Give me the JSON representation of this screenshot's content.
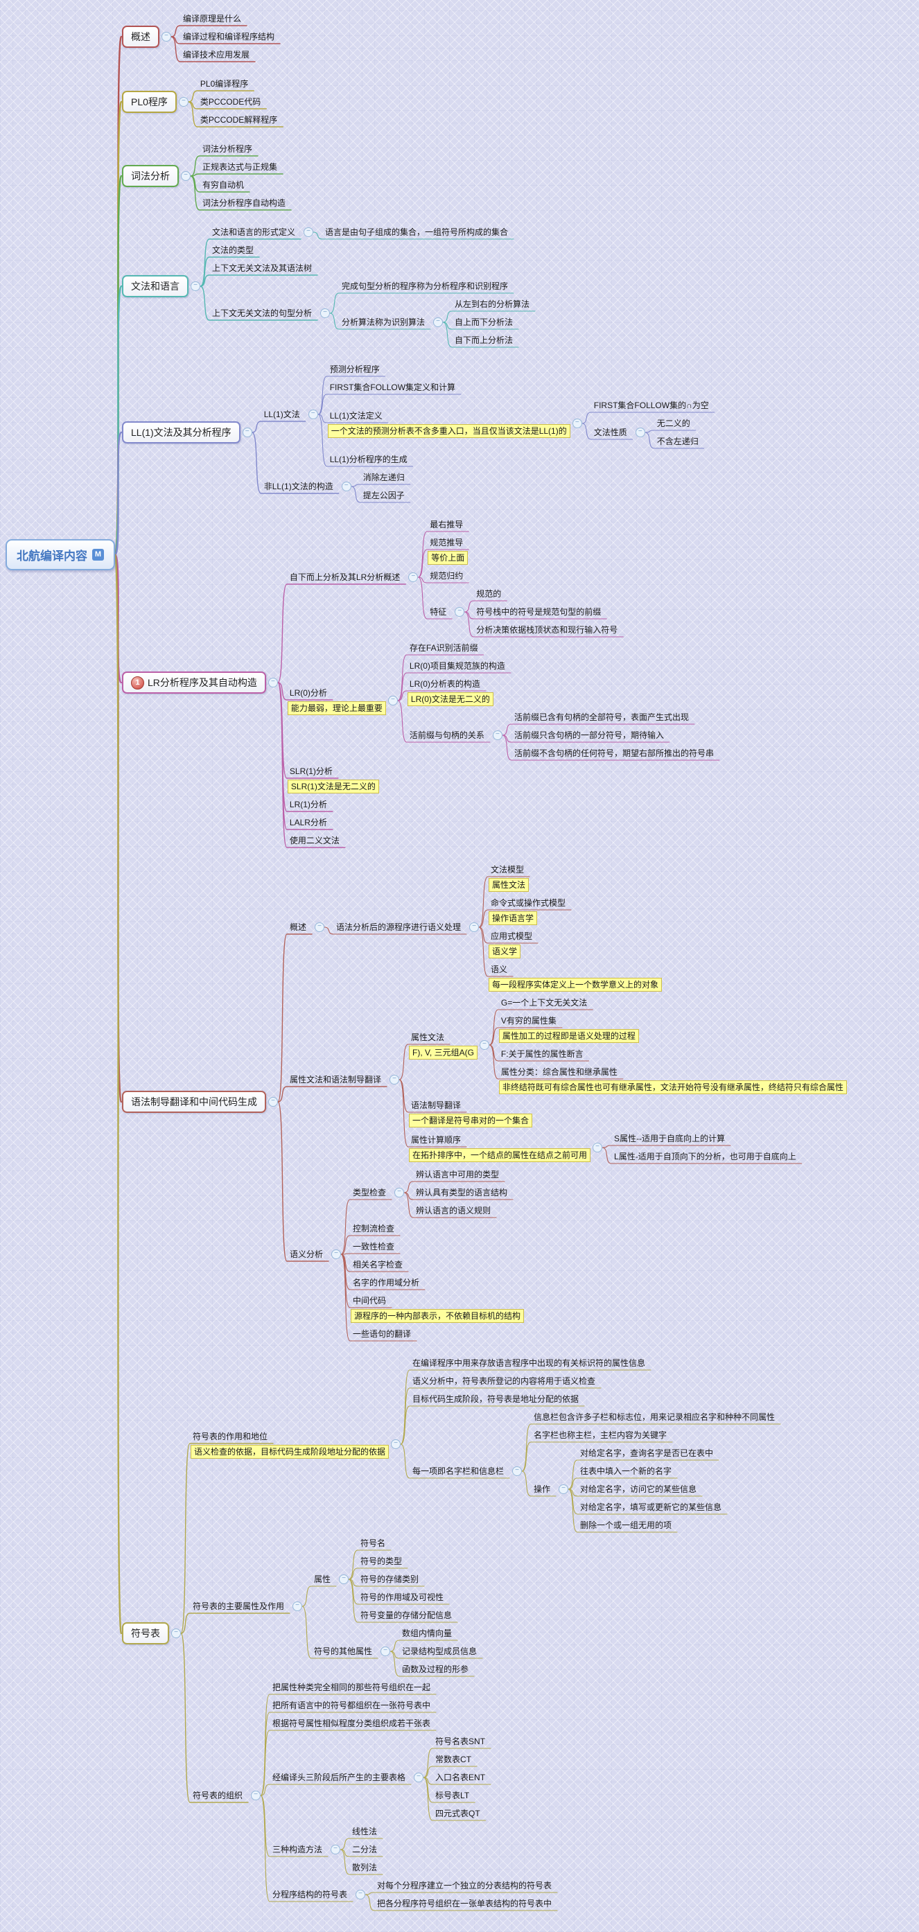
{
  "root": {
    "label": "北航编译内容",
    "badge": "M"
  },
  "colors": {
    "overview": "#b25454",
    "pl0": "#b5a742",
    "lexical": "#62aa50",
    "grammar": "#55b8b2",
    "ll1": "#8289cc",
    "lr": "#bb60a8",
    "sdt": "#b2625a",
    "symtab": "#b2a94e",
    "root_border": "#84abdd",
    "root_text": "#4477c1",
    "note_bg": "#feff9d"
  },
  "branches": [
    {
      "label": "概述",
      "color": "#b25454",
      "children": [
        {
          "label": "编译原理是什么"
        },
        {
          "label": "编译过程和编译程序结构"
        },
        {
          "label": "编译技术应用发展"
        }
      ]
    },
    {
      "label": "PL0程序",
      "color": "#b5a742",
      "children": [
        {
          "label": "PL0编译程序"
        },
        {
          "label": "类PCCODE代码"
        },
        {
          "label": "类PCCODE解释程序"
        }
      ]
    },
    {
      "label": "词法分析",
      "color": "#62aa50",
      "children": [
        {
          "label": "词法分析程序"
        },
        {
          "label": "正规表达式与正规集"
        },
        {
          "label": "有穷自动机"
        },
        {
          "label": "词法分析程序自动构造"
        }
      ]
    },
    {
      "label": "文法和语言",
      "color": "#55b8b2",
      "children": [
        {
          "label": "文法和语言的形式定义",
          "children": [
            {
              "label": "语言是由句子组成的集合，一组符号所构成的集合"
            }
          ]
        },
        {
          "label": "文法的类型"
        },
        {
          "label": "上下文无关文法及其语法树"
        },
        {
          "label": "上下文无关文法的句型分析",
          "children": [
            {
              "label": "完成句型分析的程序称为分析程序和识别程序"
            },
            {
              "label": "分析算法称为识别算法",
              "children": [
                {
                  "label": "从左到右的分析算法"
                },
                {
                  "label": "自上而下分析法"
                },
                {
                  "label": "自下而上分析法"
                }
              ]
            }
          ]
        }
      ]
    },
    {
      "label": "LL(1)文法及其分析程序",
      "color": "#8289cc",
      "children": [
        {
          "label": "LL(1)文法",
          "children": [
            {
              "label": "预测分析程序"
            },
            {
              "label": "FIRST集合FOLLOW集定义和计算"
            },
            {
              "label": "LL(1)文法定义",
              "note": "一个文法的预测分析表不含多重入口，当且仅当该文法是LL(1)的",
              "children": [
                {
                  "label": "FIRST集合FOLLOW集的∩为空"
                },
                {
                  "label": "文法性质",
                  "children": [
                    {
                      "label": "无二义的"
                    },
                    {
                      "label": "不含左递归"
                    }
                  ]
                }
              ]
            },
            {
              "label": "LL(1)分析程序的生成"
            }
          ]
        },
        {
          "label": "非LL(1)文法的构造",
          "children": [
            {
              "label": "消除左递归"
            },
            {
              "label": "提左公因子"
            }
          ]
        }
      ]
    },
    {
      "label": "LR分析程序及其自动构造",
      "color": "#bb60a8",
      "icon": "priority-1",
      "children": [
        {
          "label": "自下而上分析及其LR分析概述",
          "children": [
            {
              "label": "最右推导"
            },
            {
              "label": "规范推导",
              "note": "等价上面"
            },
            {
              "label": "规范归约"
            },
            {
              "label": "特征",
              "children": [
                {
                  "label": "规范的"
                },
                {
                  "label": "符号栈中的符号是规范句型的前缀"
                },
                {
                  "label": "分析决策依据栈顶状态和现行输入符号"
                }
              ]
            }
          ]
        },
        {
          "label": "LR(0)分析",
          "note": "能力最弱，理论上最重要",
          "children": [
            {
              "label": "存在FA识别活前缀"
            },
            {
              "label": "LR(0)项目集规范族的构造"
            },
            {
              "label": "LR(0)分析表的构造",
              "note": "LR(0)文法是无二义的"
            },
            {
              "label": "活前缀与句柄的关系",
              "children": [
                {
                  "label": "活前缀已含有句柄的全部符号，表面产生式出现"
                },
                {
                  "label": "活前缀只含句柄的一部分符号，期待输入"
                },
                {
                  "label": "活前缀不含句柄的任何符号，期望右部所推出的符号串"
                }
              ]
            }
          ]
        },
        {
          "label": "SLR(1)分析",
          "note": "SLR(1)文法是无二义的"
        },
        {
          "label": "LR(1)分析"
        },
        {
          "label": "LALR分析"
        },
        {
          "label": "使用二义文法"
        }
      ]
    },
    {
      "label": "语法制导翻译和中间代码生成",
      "color": "#b2625a",
      "children": [
        {
          "label": "概述",
          "children": [
            {
              "label": "语法分析后的源程序进行语义处理",
              "children": [
                {
                  "label": "文法模型",
                  "note": "属性文法"
                },
                {
                  "label": "命令式或操作式模型",
                  "note": "操作语言学"
                },
                {
                  "label": "应用式模型",
                  "note": "语义学"
                },
                {
                  "label": "语义",
                  "note": "每一段程序实体定义上一个数学意义上的对象"
                }
              ]
            }
          ]
        },
        {
          "label": "属性文法和语法制导翻译",
          "children": [
            {
              "label": "属性文法",
              "note": "F), V, 三元组A(G",
              "children": [
                {
                  "label": "G=一个上下文无关文法"
                },
                {
                  "label": "V有穷的属性集",
                  "note": "属性加工的过程即是语义处理的过程"
                },
                {
                  "label": "F:关于属性的属性断言"
                },
                {
                  "label": "属性分类：综合属性和继承属性",
                  "note": "非终结符既可有综合属性也可有继承属性，文法开始符号没有继承属性，终结符只有综合属性"
                }
              ]
            },
            {
              "label": "语法制导翻译",
              "note": "一个翻译是符号串对的一个集合"
            },
            {
              "label": "属性计算顺序",
              "note": "在拓扑排序中，一个结点的属性在结点之前可用",
              "children": [
                {
                  "label": "S属性--适用于自底向上的计算"
                },
                {
                  "label": "L属性-适用于自顶向下的分析，也可用于自底向上"
                }
              ]
            }
          ]
        },
        {
          "label": "语义分析",
          "children": [
            {
              "label": "类型检查",
              "children": [
                {
                  "label": "辨认语言中可用的类型"
                },
                {
                  "label": "辨认具有类型的语言结构"
                },
                {
                  "label": "辨认语言的语义规则"
                }
              ]
            },
            {
              "label": "控制流检查"
            },
            {
              "label": "一致性检查"
            },
            {
              "label": "相关名字检查"
            },
            {
              "label": "名字的作用域分析"
            },
            {
              "label": "中间代码",
              "note": "源程序的一种内部表示，不依赖目标机的结构"
            },
            {
              "label": "一些语句的翻译"
            }
          ]
        }
      ]
    },
    {
      "label": "符号表",
      "color": "#b2a94e",
      "children": [
        {
          "label": "符号表的作用和地位",
          "note": "语义检查的依据，目标代码生成阶段地址分配的依据",
          "children": [
            {
              "label": "在编译程序中用来存放语言程序中出现的有关标识符的属性信息"
            },
            {
              "label": "语义分析中，符号表所登记的内容将用于语义检查"
            },
            {
              "label": "目标代码生成阶段，符号表是地址分配的依据"
            },
            {
              "label": "每一项即名字栏和信息栏",
              "children": [
                {
                  "label": "信息栏包含许多子栏和标志位，用来记录相应名字和种种不同属性"
                },
                {
                  "label": "名字栏也称主栏，主栏内容为关键字"
                },
                {
                  "label": "操作",
                  "children": [
                    {
                      "label": "对给定名字，查询名字是否已在表中"
                    },
                    {
                      "label": "往表中填入一个新的名字"
                    },
                    {
                      "label": "对给定名字，访问它的某些信息"
                    },
                    {
                      "label": "对给定名字，填写或更新它的某些信息"
                    },
                    {
                      "label": "删除一个或一组无用的项"
                    }
                  ]
                }
              ]
            }
          ]
        },
        {
          "label": "符号表的主要属性及作用",
          "children": [
            {
              "label": "属性",
              "children": [
                {
                  "label": "符号名"
                },
                {
                  "label": "符号的类型"
                },
                {
                  "label": "符号的存储类别"
                },
                {
                  "label": "符号的作用域及可视性"
                },
                {
                  "label": "符号变量的存储分配信息"
                }
              ]
            },
            {
              "label": "符号的其他属性",
              "children": [
                {
                  "label": "数组内情向量"
                },
                {
                  "label": "记录结构型成员信息"
                },
                {
                  "label": "函数及过程的形参"
                }
              ]
            }
          ]
        },
        {
          "label": "符号表的组织",
          "children": [
            {
              "label": "把属性种类完全相同的那些符号组织在一起"
            },
            {
              "label": "把所有语言中的符号都组织在一张符号表中"
            },
            {
              "label": "根据符号属性相似程度分类组织成若干张表"
            },
            {
              "label": "经编译头三阶段后所产生的主要表格",
              "children": [
                {
                  "label": "符号名表SNT"
                },
                {
                  "label": "常数表CT"
                },
                {
                  "label": "入口名表ENT"
                },
                {
                  "label": "标号表LT"
                },
                {
                  "label": "四元式表QT"
                }
              ]
            },
            {
              "label": "三种构造方法",
              "children": [
                {
                  "label": "线性法"
                },
                {
                  "label": "二分法"
                },
                {
                  "label": "散列法"
                }
              ]
            },
            {
              "label": "分程序结构的符号表",
              "children": [
                {
                  "label": "对每个分程序建立一个独立的分表结构的符号表"
                },
                {
                  "label": "把各分程序符号组织在一张单表结构的符号表中"
                }
              ]
            }
          ]
        }
      ]
    }
  ]
}
